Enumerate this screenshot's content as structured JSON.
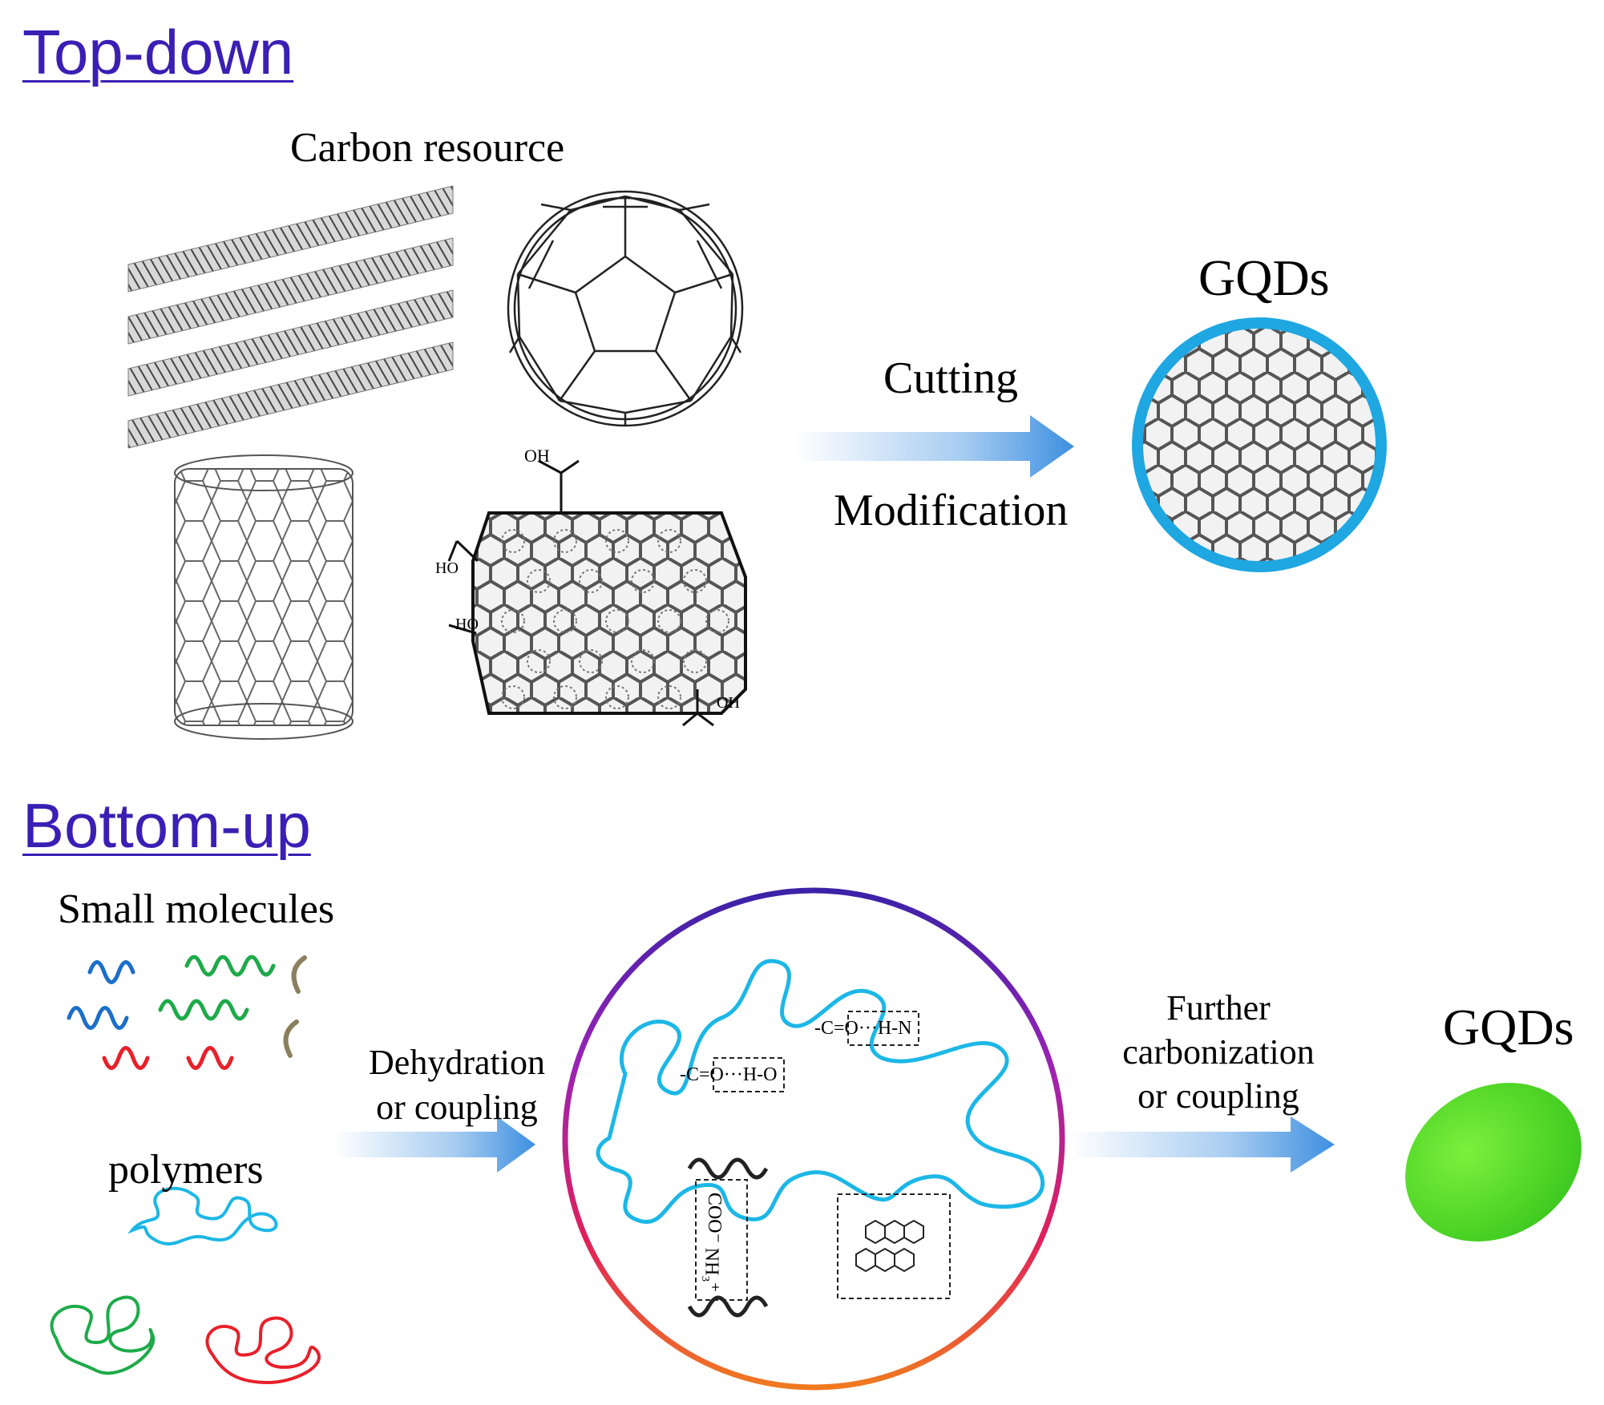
{
  "sections": {
    "top_down": {
      "heading": "Top-down",
      "source_label": "Carbon resource",
      "arrow_label_top": "Cutting",
      "arrow_label_bottom": "Modification",
      "product_label": "GQDs"
    },
    "bottom_up": {
      "heading": "Bottom-up",
      "small_molecules_label": "Small molecules",
      "polymers_label": "polymers",
      "step1_line1": "Dehydration",
      "step1_line2": "or coupling",
      "step2_line1": "Further",
      "step2_line2": "carbonization",
      "step2_line3": "or coupling",
      "product_label": "GQDs",
      "bond_label_1": "-C=O···H-O",
      "bond_label_2": "-C=O···H-N",
      "ionic_label_top": "COO⁻",
      "ionic_label_bottom": "NH₃⁺",
      "oh_label": "OH",
      "ho_label": "HO"
    }
  },
  "colors": {
    "heading": "#3a1fb4",
    "gqd_ring": "#1ea7e1",
    "gqd_green": "#5ee02a",
    "arrow": "#3d8fe0",
    "chain_blue": "#1a6fc9",
    "chain_green": "#1eaa4a",
    "chain_red": "#e8202a",
    "chain_olive": "#8a8060",
    "polymer_cyan": "#1cb7e6"
  }
}
